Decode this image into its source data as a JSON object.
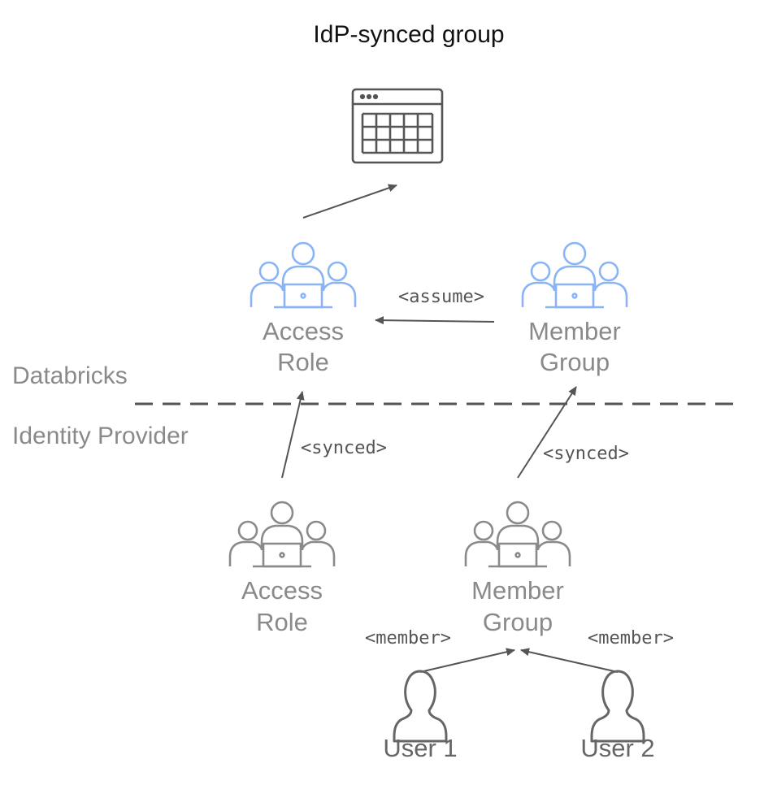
{
  "title": "IdP-synced group",
  "zones": {
    "upper": "Databricks",
    "lower": "Identity Provider"
  },
  "nodes": {
    "table": {
      "icon": "table-icon"
    },
    "db_access_role": {
      "line1": "Access",
      "line2": "Role",
      "icon": "group-icon",
      "color": "#8ab4f8"
    },
    "db_member_group": {
      "line1": "Member",
      "line2": "Group",
      "icon": "group-icon",
      "color": "#8ab4f8"
    },
    "idp_access_role": {
      "line1": "Access",
      "line2": "Role",
      "icon": "group-icon",
      "color": "#8a8a8a"
    },
    "idp_member_group": {
      "line1": "Member",
      "line2": "Group",
      "icon": "group-icon",
      "color": "#8a8a8a"
    },
    "user1": {
      "label": "User 1",
      "icon": "user-icon"
    },
    "user2": {
      "label": "User 2",
      "icon": "user-icon"
    }
  },
  "edges": {
    "assume": "<assume>",
    "synced_role": "<synced>",
    "synced_group": "<synced>",
    "member_user1": "<member>",
    "member_user2": "<member>"
  },
  "colors": {
    "databricks_icon": "#8ab4f8",
    "idp_icon": "#8a8a8a",
    "arrow": "#555555",
    "text_gray": "#8a8a8a"
  }
}
